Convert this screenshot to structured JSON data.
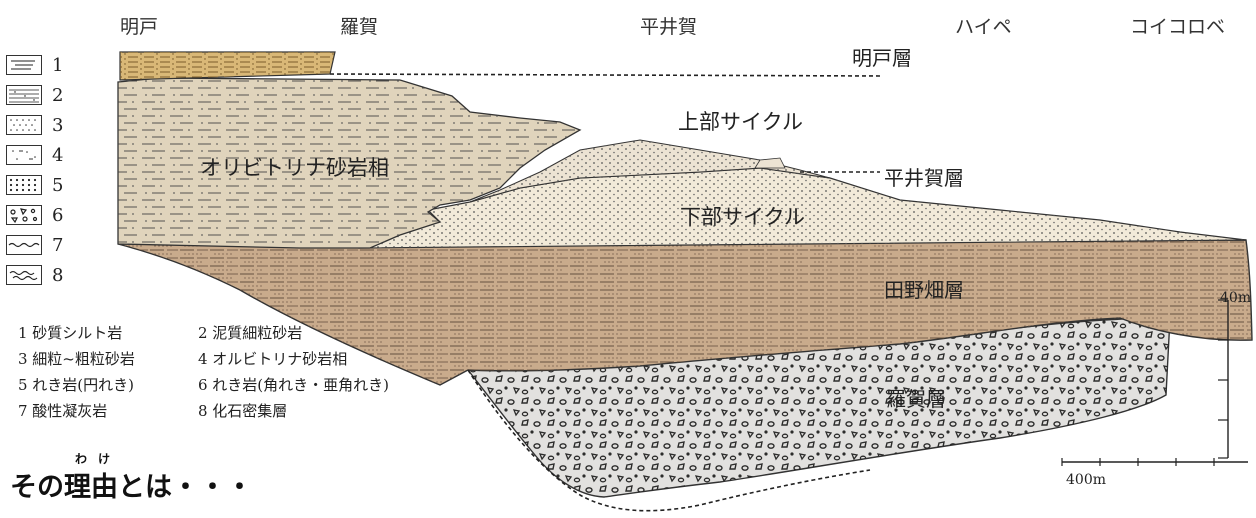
{
  "locations": [
    "明戸",
    "羅賀",
    "平井賀",
    "ハイペ",
    "コイコロベ"
  ],
  "legend": [
    {
      "num": "1",
      "pattern": "silt"
    },
    {
      "num": "2",
      "pattern": "mud"
    },
    {
      "num": "3",
      "pattern": "fine"
    },
    {
      "num": "4",
      "pattern": "orbit"
    },
    {
      "num": "5",
      "pattern": "gravel"
    },
    {
      "num": "6",
      "pattern": "angular"
    },
    {
      "num": "7",
      "pattern": "tuff"
    },
    {
      "num": "8",
      "pattern": "fossil"
    }
  ],
  "descriptions": [
    "1 砂質シルト岩",
    "2 泥質細粒砂岩",
    "3 細粒~粗粒砂岩",
    "4 オルビトリナ砂岩相",
    "5 れき岩(円れき)",
    "6 れき岩(角れき・亜角れき)",
    "7 酸性凝灰岩",
    "8 化石密集層"
  ],
  "units": {
    "akedo": "明戸層",
    "upper": "上部サイクル",
    "orbitolina": "オリビトリナ砂岩相",
    "hiraiga": "平井賀層",
    "lower": "下部サイクル",
    "tanohata": "田野畑層",
    "raga": "羅賀層"
  },
  "scale": {
    "vertical": "40m",
    "horizontal": "400m"
  },
  "heading": {
    "text": "その理由とは・・・",
    "ruby_wa": "わ",
    "ruby_ke": "け"
  },
  "colors": {
    "akedo": "#d9b877",
    "orbitolina": "#e0d4bc",
    "upper": "#ece3d3",
    "lower": "#f2ead9",
    "tanohata": "#c9ab8c",
    "raga": "#e2e1df",
    "ink": "#222222"
  }
}
